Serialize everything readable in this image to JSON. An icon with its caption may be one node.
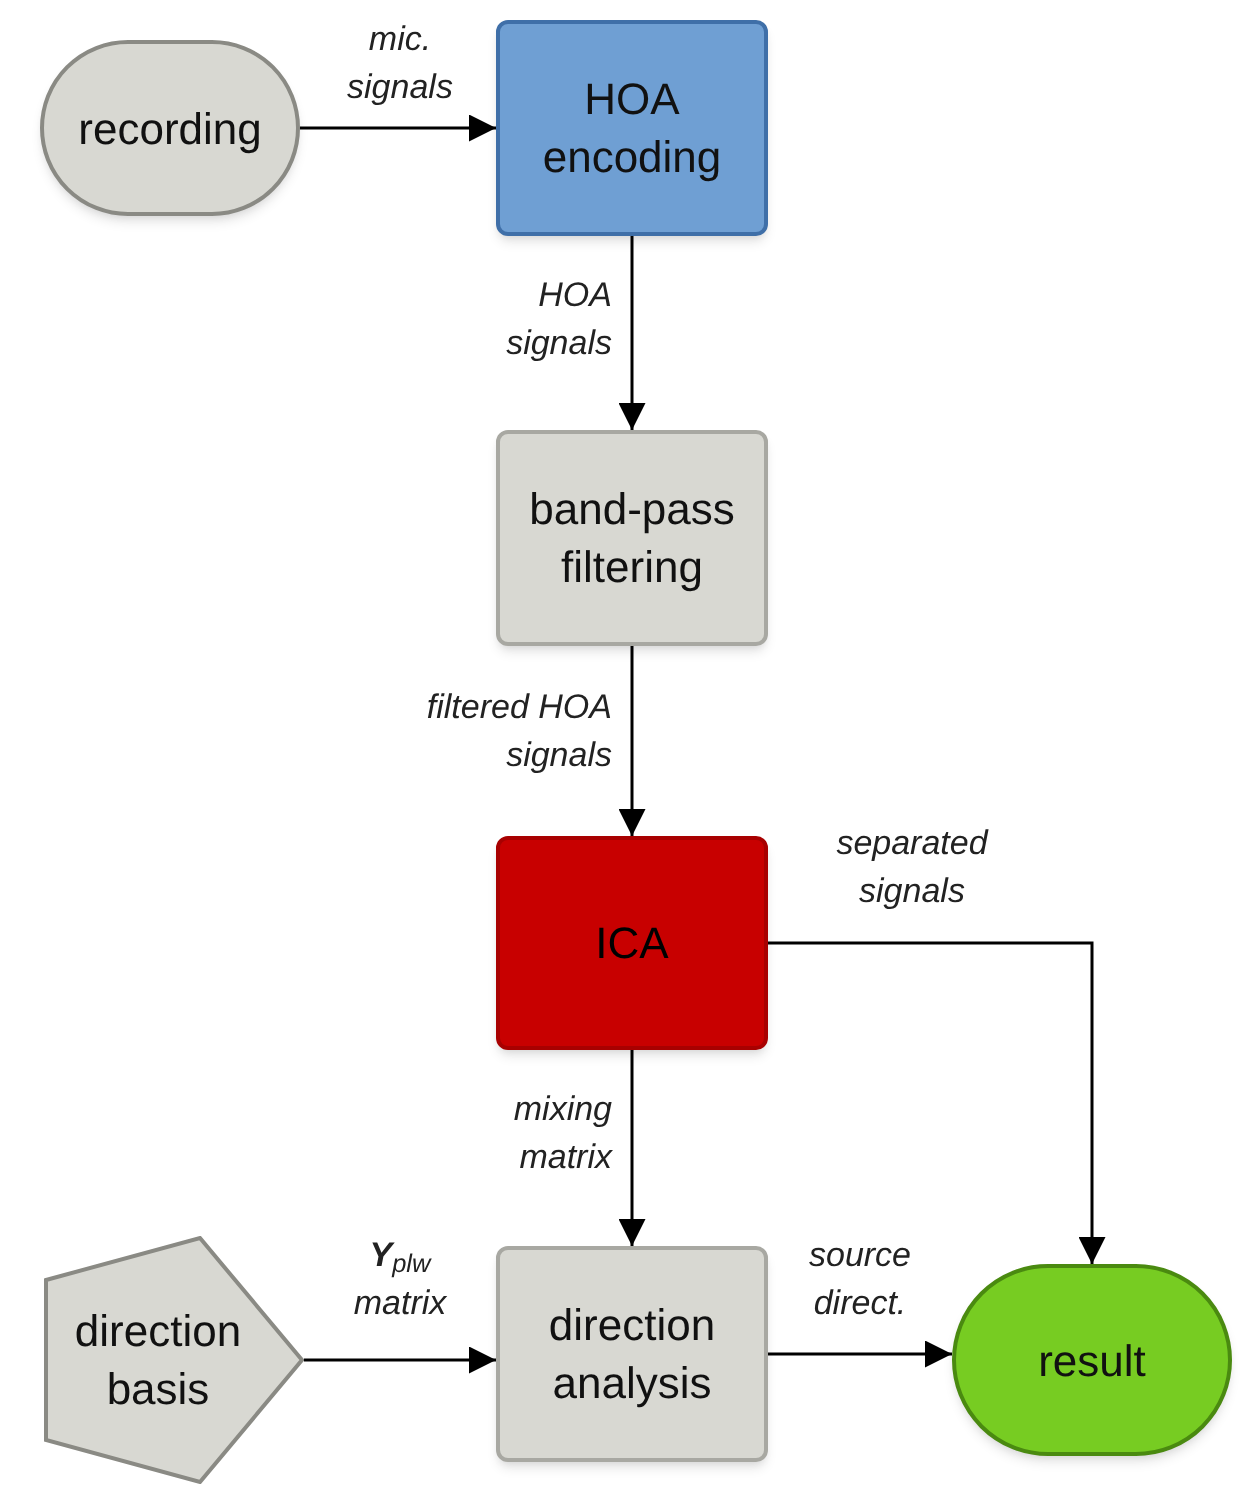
{
  "diagram": {
    "nodes": [
      {
        "text": [
          "recording"
        ]
      },
      {
        "text": [
          "HOA encoding"
        ]
      },
      {
        "text": [
          "band-pass filtering"
        ]
      },
      {
        "text": [
          "ICA"
        ]
      },
      {
        "text": [
          "direction basis"
        ]
      },
      {
        "text": [
          "direction analysis"
        ]
      },
      {
        "text": [
          "result"
        ]
      }
    ],
    "edges": [
      {
        "from": 0,
        "to": 1,
        "arrow": "to",
        "label": "mic. signals"
      },
      {
        "from": 1,
        "to": 2,
        "arrow": "to",
        "label": "HOA signals"
      },
      {
        "from": 2,
        "to": 3,
        "arrow": "to",
        "label": "filtered HOA signals"
      },
      {
        "from": 3,
        "to": 6,
        "arrow": "to",
        "label": "separated signals"
      },
      {
        "from": 3,
        "to": 5,
        "arrow": "to",
        "label": "mixing matrix"
      },
      {
        "from": 4,
        "to": 5,
        "arrow": "to",
        "label": "**Y**$_{plw}$ matrix"
      },
      {
        "from": 5,
        "to": 6,
        "arrow": "to",
        "label": "source direct."
      }
    ]
  }
}
